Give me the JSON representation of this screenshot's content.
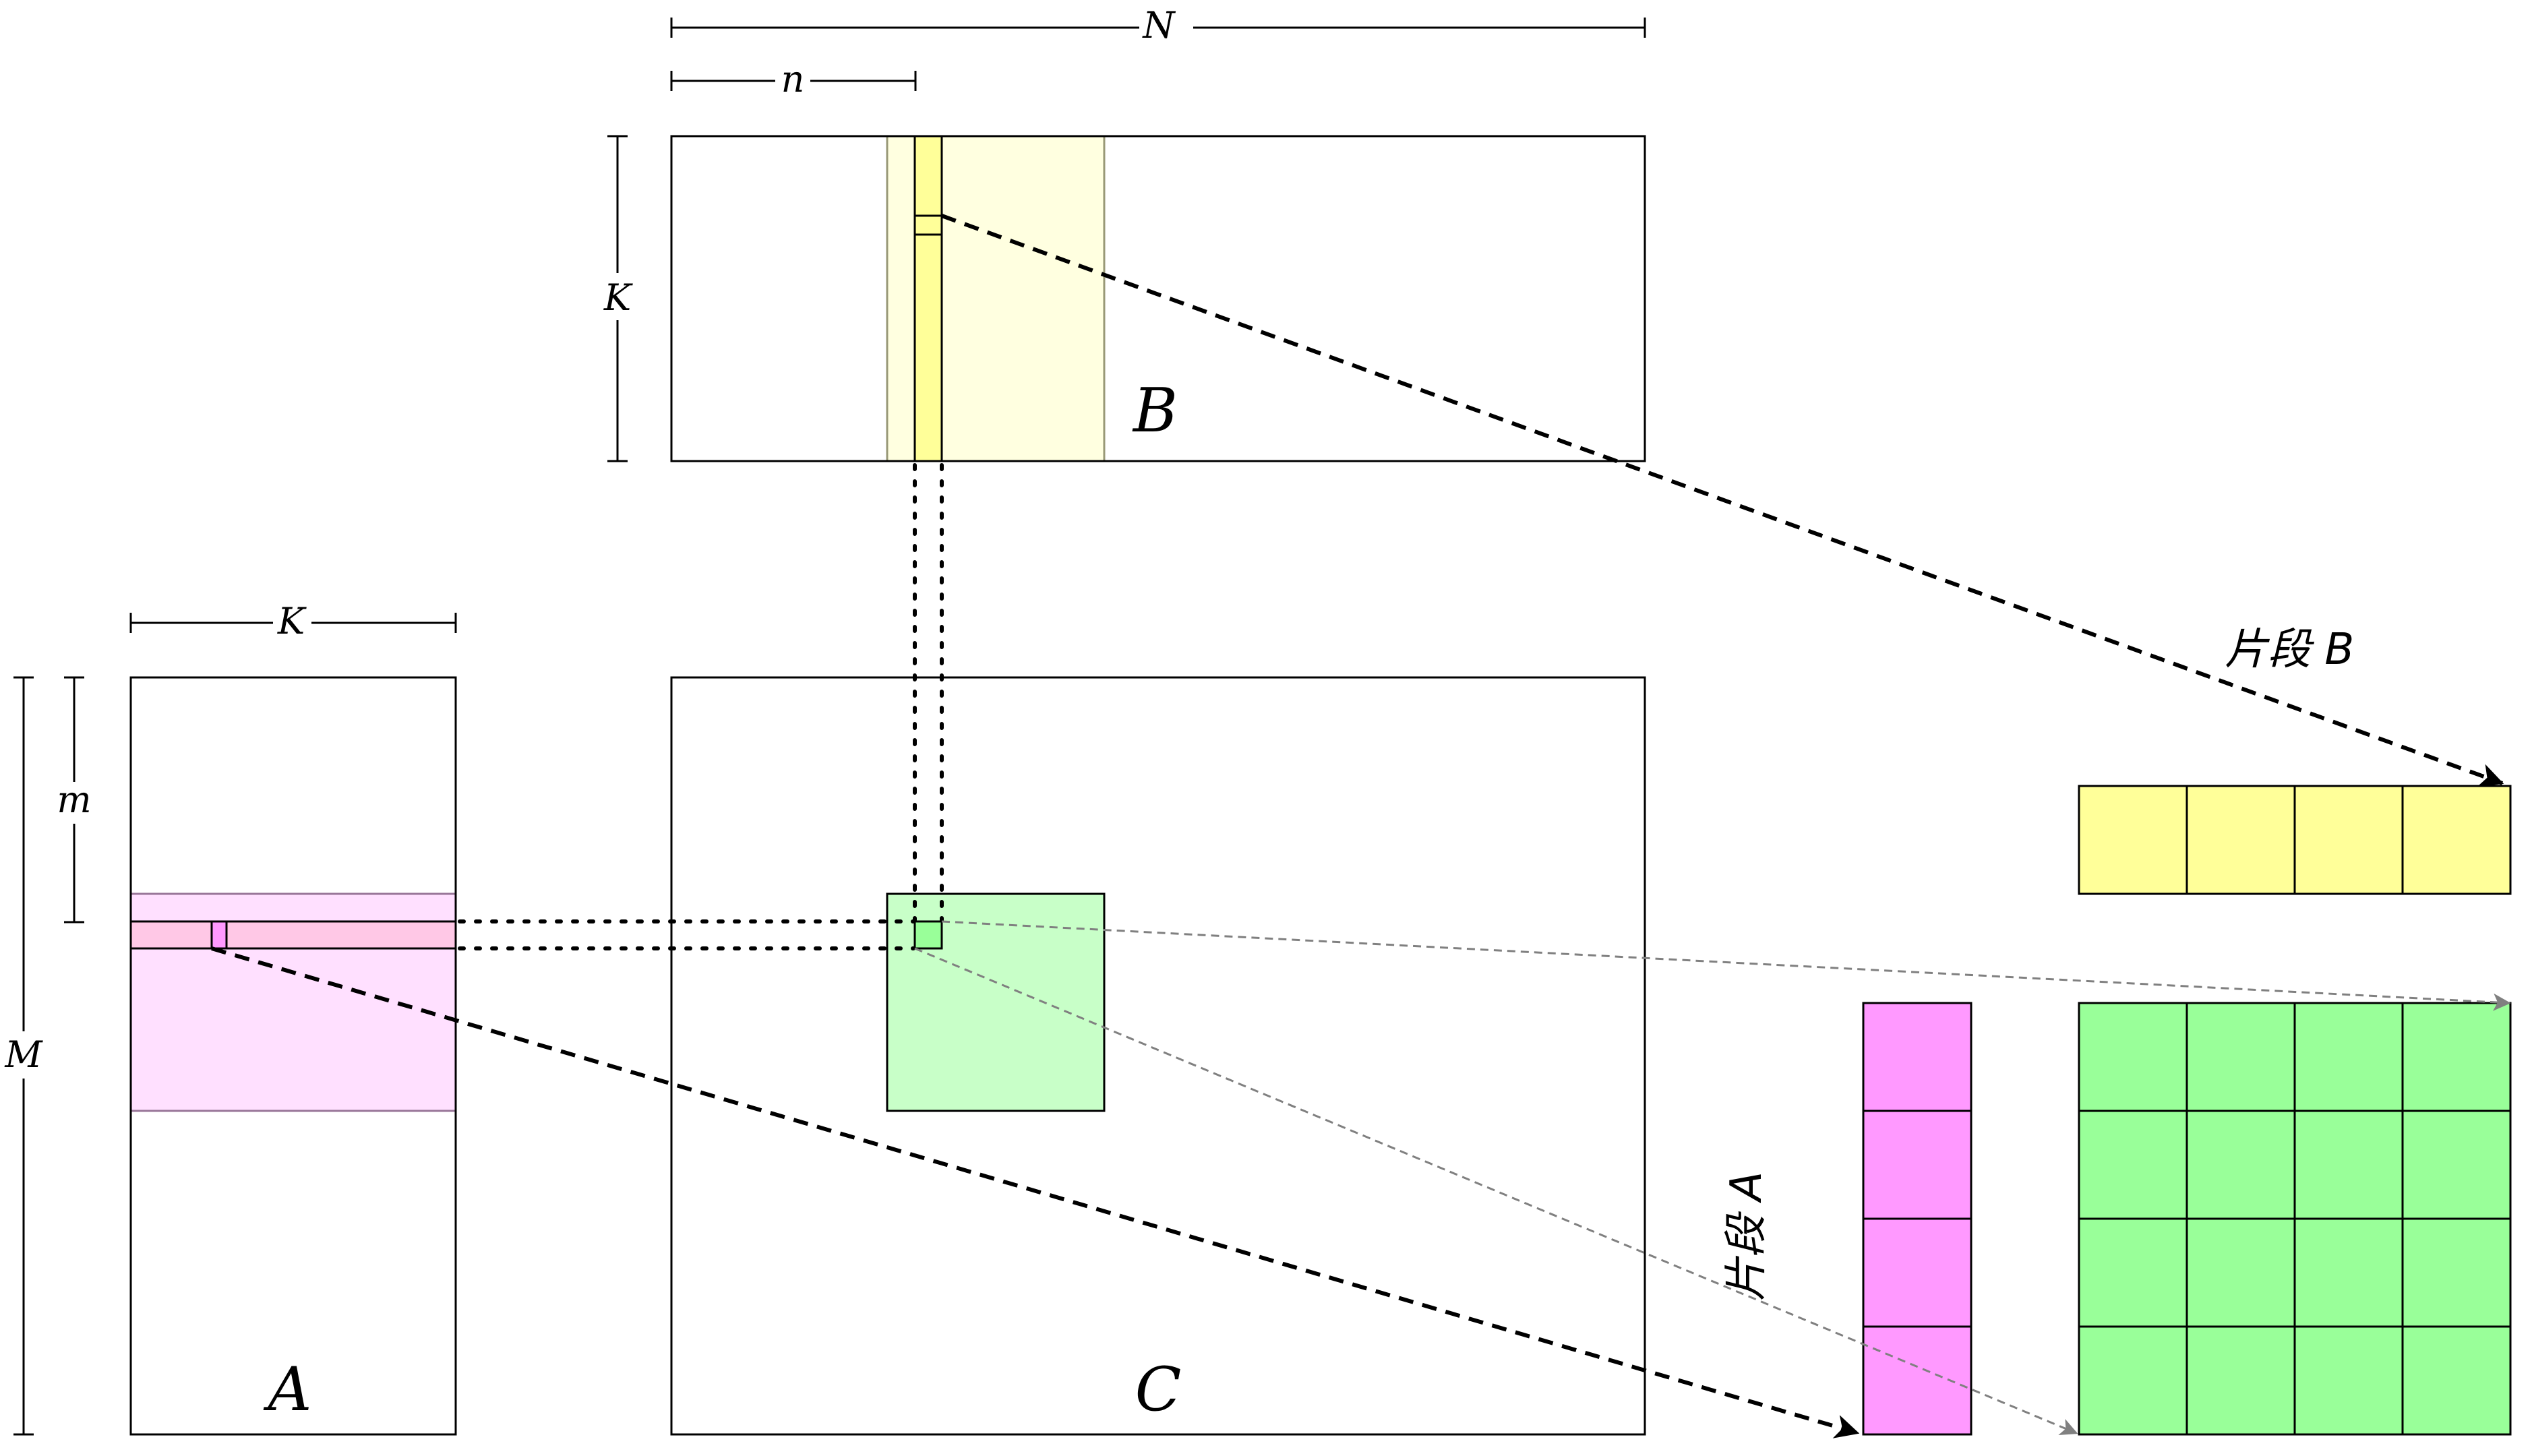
{
  "labels": {
    "dim_N": "N",
    "dim_n": "n",
    "dim_K_top": "K",
    "dim_K_left": "K",
    "dim_m": "m",
    "dim_M": "M",
    "matrix_A": "A",
    "matrix_B": "B",
    "matrix_C": "C",
    "fragment_A": "片段 A",
    "fragment_B": "片段 B"
  },
  "colors": {
    "yellow_light": "#ffffe0",
    "yellow_fragment": "#ffff99",
    "pink_light": "#ffe0ff",
    "pink_row": "#ffc8e6",
    "magenta_fragment": "#ff99ff",
    "green_light": "#c8ffc8",
    "green_fragment": "#99ff99",
    "line": "#000000",
    "gray_arrow": "#808080"
  },
  "fragments": {
    "fragment_A_cells": 4,
    "fragment_B_cells": 4,
    "fragment_C_rows": 4,
    "fragment_C_cols": 4
  }
}
